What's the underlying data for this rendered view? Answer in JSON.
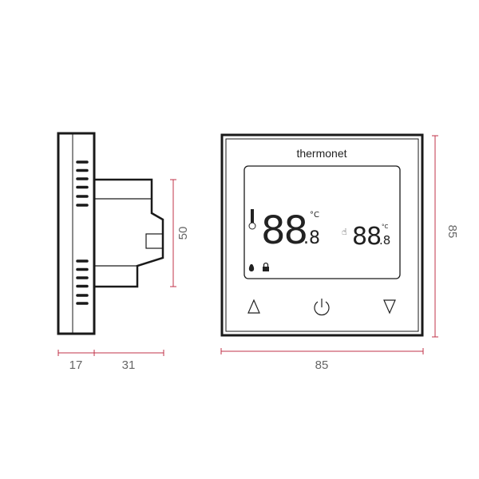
{
  "brand": {
    "logo": "thermonet"
  },
  "display": {
    "main_temp": "88",
    "main_decimal": ".8",
    "main_unit": "°C",
    "set_temp": "88",
    "set_decimal": ".8",
    "set_unit": "°C"
  },
  "buttons": [
    {
      "icon": "up-triangle-icon"
    },
    {
      "icon": "power-icon"
    },
    {
      "icon": "down-triangle-icon"
    }
  ],
  "dimensions": {
    "front_depth": "17",
    "back_depth": "31",
    "body_height": "50",
    "front_width": "85",
    "front_height": "85"
  },
  "colors": {
    "dimension_line": "#c0334a",
    "outline": "#1a1a1a",
    "dimension_text": "#666666"
  }
}
